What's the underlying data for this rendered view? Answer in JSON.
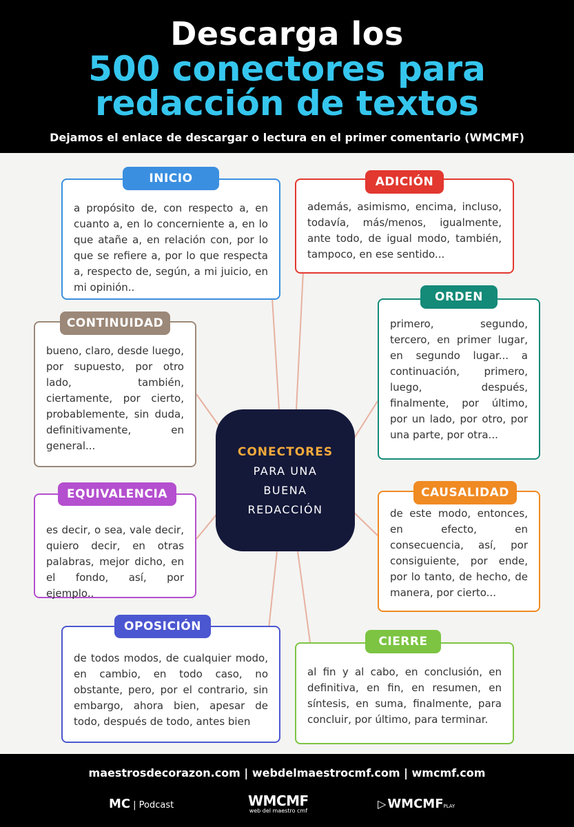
{
  "header": {
    "title_line1": "Descarga los",
    "title_line2": "500 conectores para",
    "title_line3": "redacción de textos",
    "subtitle": "Dejamos el enlace de descargar o lectura en el primer comentario (WMCMF)"
  },
  "center": {
    "line1": "CONECTORES",
    "line2": "PARA UNA",
    "line3": "BUENA",
    "line4": "REDACCIÓN"
  },
  "categories": {
    "inicio": {
      "label": "INICIO",
      "color": "#3b8fe0",
      "text": "a propósito de, con respecto a, en cuanto a, en lo concerniente a, en lo que atañe a, en relación con, por lo que se refiere a, por lo que respecta a, respecto de, según, a mi juicio, en mi opinión.."
    },
    "adicion": {
      "label": "ADICIÓN",
      "color": "#e2382f",
      "text": "además, asimismo, encima, incluso, todavía, más/menos, igualmente, ante todo, de igual modo, también, tampoco, en ese sentido..."
    },
    "orden": {
      "label": "ORDEN",
      "color": "#148a78",
      "text": "primero, segundo, tercero, en primer lugar, en segundo lugar... a continuación, primero, luego, después, finalmente, por último, por un lado, por otro, por una parte, por otra..."
    },
    "continuidad": {
      "label": "CONTINUIDAD",
      "color": "#9c8878",
      "text": "bueno, claro, desde luego, por supuesto, por otro lado, también, ciertamente, por cierto, probablemente, sin duda, definitivamente, en general..."
    },
    "causalidad": {
      "label": "CAUSALIDAD",
      "color": "#f08a22",
      "text": "de este modo, entonces, en efecto, en consecuencia, así, por consiguiente, por ende, por lo tanto, de hecho, de manera, por cierto..."
    },
    "equivalencia": {
      "label": "EQUIVALENCIA",
      "color": "#b44fcf",
      "text": "es decir, o sea, vale decir, quiero decir, en otras palabras, mejor dicho, en el fondo, así, por ejemplo.."
    },
    "oposicion": {
      "label": "OPOSICIÓN",
      "color": "#4b56d1",
      "text": "de todos modos, de cualquier modo, en cambio, en todo caso, no obstante, pero, por el contrario, sin embargo, ahora bien, apesar de todo, después de todo, antes bien"
    },
    "cierre": {
      "label": "CIERRE",
      "color": "#7cc442",
      "text": "al fin y al cabo, en conclusión, en definitiva, en fin, en resumen, en síntesis, en suma, finalmente, para concluir, por último, para terminar."
    }
  },
  "footer": {
    "links": "maestrosdecorazon.com | webdelmaestrocmf.com | wmcmf.com",
    "logo_mc": "MC",
    "logo_podcast": "| Podcast",
    "logo_wmcmf": "WMCMF",
    "logo_wmcmf_sub": "web del maestro cmf",
    "logo_play": "WMCMF",
    "logo_play_sub": "PLAY"
  }
}
